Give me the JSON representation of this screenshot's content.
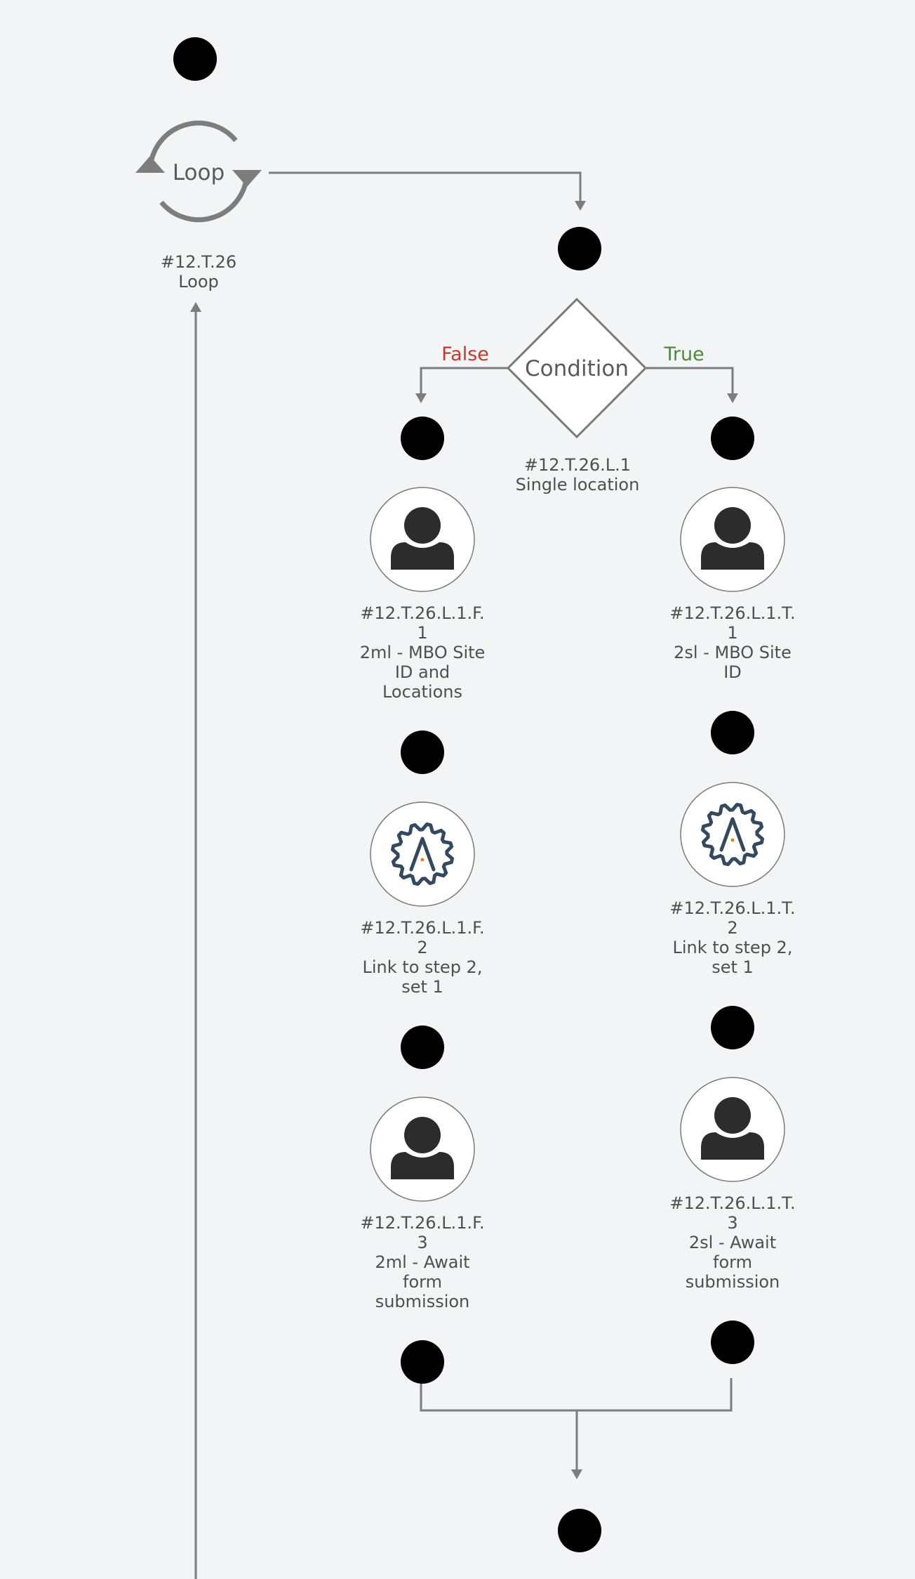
{
  "loop": {
    "title": "Loop",
    "id": "#12.T.26",
    "name": "Loop"
  },
  "condition": {
    "title": "Condition",
    "id": "#12.T.26.L.1",
    "name": "Single location",
    "false_label": "False",
    "true_label": "True"
  },
  "false_branch": [
    {
      "id_l1": "#12.T.26.L.1.F.",
      "id_l2": "1",
      "name_lines": [
        "2ml - MBO Site",
        "ID and",
        "Locations"
      ],
      "icon": "user-icon"
    },
    {
      "id_l1": "#12.T.26.L.1.F.",
      "id_l2": "2",
      "name_lines": [
        "Link to step 2,",
        "set 1"
      ],
      "icon": "gear-icon"
    },
    {
      "id_l1": "#12.T.26.L.1.F.",
      "id_l2": "3",
      "name_lines": [
        "2ml - Await",
        "form",
        "submission"
      ],
      "icon": "user-icon"
    }
  ],
  "true_branch": [
    {
      "id_l1": "#12.T.26.L.1.T.",
      "id_l2": "1",
      "name_lines": [
        "2sl - MBO Site",
        "ID"
      ],
      "icon": "user-icon"
    },
    {
      "id_l1": "#12.T.26.L.1.T.",
      "id_l2": "2",
      "name_lines": [
        "Link to step 2,",
        "set 1"
      ],
      "icon": "gear-icon"
    },
    {
      "id_l1": "#12.T.26.L.1.T.",
      "id_l2": "3",
      "name_lines": [
        "2sl - Await",
        "form",
        "submission"
      ],
      "icon": "user-icon"
    }
  ],
  "colors": {
    "background": "#f3f4f6",
    "false": "#c0392b",
    "true": "#4a8a3c",
    "connector": "#7d7d7d",
    "gear_dot": "#e67e22"
  }
}
